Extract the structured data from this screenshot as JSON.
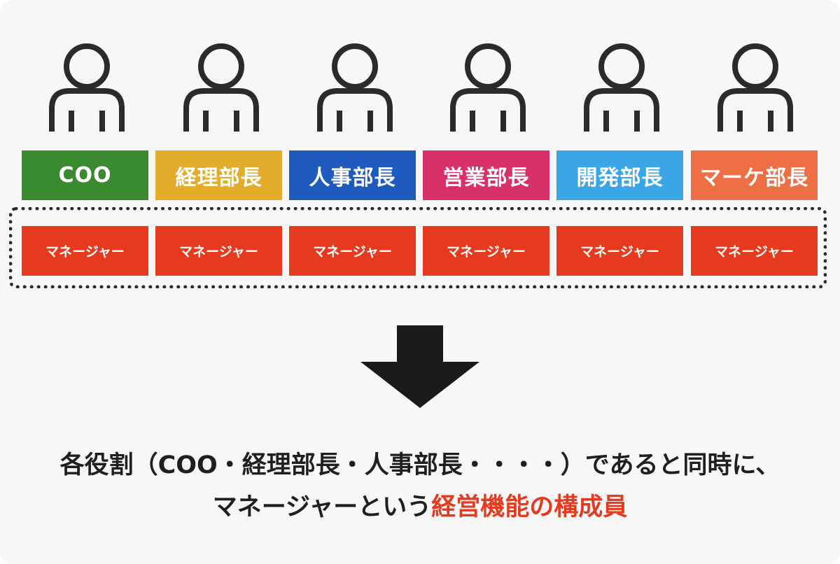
{
  "roles": [
    {
      "label": "COO",
      "color": "#3a8a30"
    },
    {
      "label": "経理部長",
      "color": "#e3ac2a"
    },
    {
      "label": "人事部長",
      "color": "#1f5bbf"
    },
    {
      "label": "営業部長",
      "color": "#d8306a"
    },
    {
      "label": "開発部長",
      "color": "#3aa6e6"
    },
    {
      "label": "マーケ部長",
      "color": "#ef6f45"
    }
  ],
  "manager": {
    "label": "マネージャー",
    "color": "#e53a1e"
  },
  "caption": {
    "line1": "各役割（COO・経理部長・人事部長・・・・）であると同時に、",
    "line2_prefix": "マネージャーという",
    "line2_highlight": "経営機能の構成員",
    "highlight_color": "#e53a1e"
  },
  "icons": {
    "person": "person-icon",
    "arrow": "arrow-down-icon"
  }
}
